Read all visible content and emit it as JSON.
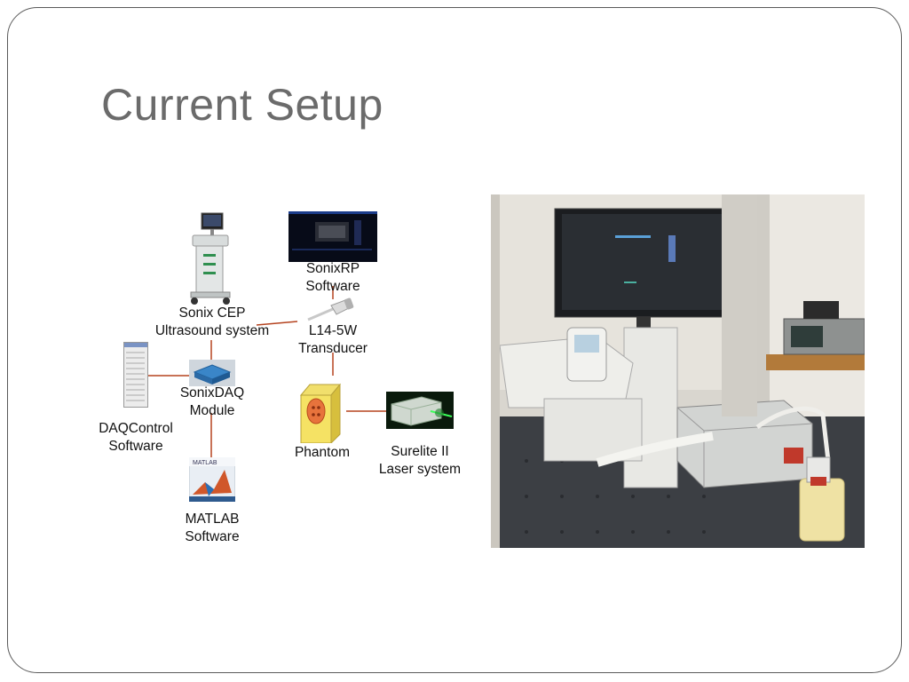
{
  "slide": {
    "title": "Current Setup"
  },
  "diagram": {
    "nodes": {
      "sonixrp": [
        "SonixRP",
        "Software"
      ],
      "sonix_cep": [
        "Sonix CEP",
        "Ultrasound system"
      ],
      "l14": [
        "L14-5W",
        "Transducer"
      ],
      "sonixdaq": [
        "SonixDAQ",
        "Module"
      ],
      "daqcontrol": [
        "DAQControl",
        "Software"
      ],
      "phantom": [
        "Phantom"
      ],
      "surelite": [
        "Surelite II",
        "Laser system"
      ],
      "matlab": [
        "MATLAB",
        "Software"
      ]
    },
    "matlab_box_text": "MATLAB",
    "connector_color": "#b5431f"
  }
}
